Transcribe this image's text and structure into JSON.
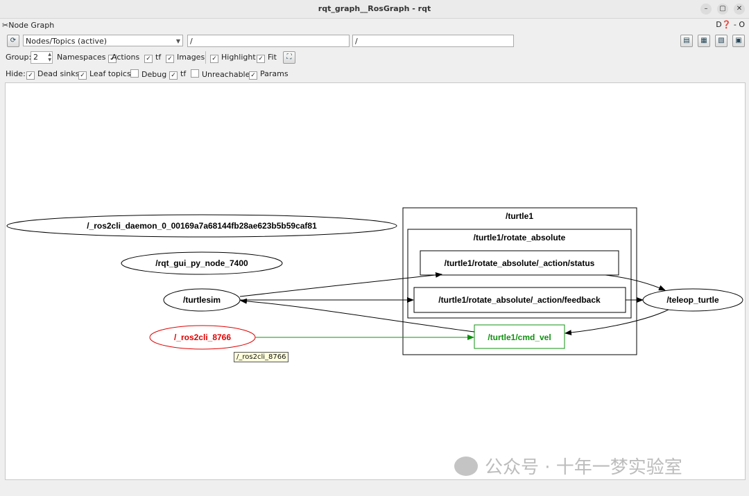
{
  "window": {
    "title": "rqt_graph__RosGraph - rqt"
  },
  "plugin": {
    "title": "Node Graph",
    "right_controls": "D❓ - O"
  },
  "toolbar": {
    "display_mode": "Nodes/Topics (active)",
    "node_filter": "/",
    "topic_filter": "/"
  },
  "group_row": {
    "group_label": "Group:",
    "group_value": "2",
    "options": [
      {
        "label": "Namespaces",
        "checked": true
      },
      {
        "label": "Actions",
        "checked": true
      },
      {
        "label": "tf",
        "checked": true
      },
      {
        "label": "Images",
        "checked": true
      },
      {
        "label": "Highlight",
        "checked": true
      },
      {
        "label": "Fit",
        "checked": true
      }
    ]
  },
  "hide_row": {
    "hide_label": "Hide:",
    "options": [
      {
        "label": "Dead sinks",
        "checked": true
      },
      {
        "label": "Leaf topics",
        "checked": true
      },
      {
        "label": "Debug",
        "checked": false
      },
      {
        "label": "tf",
        "checked": true
      },
      {
        "label": "Unreachable",
        "checked": false
      },
      {
        "label": "Params",
        "checked": true
      }
    ]
  },
  "graph": {
    "nodes": {
      "daemon": "/_ros2cli_daemon_0_00169a7a68144fb28ae623b5b59caf81",
      "rqt_gui": "/rqt_gui_py_node_7400",
      "turtlesim": "/turtlesim",
      "ros2cli": "/_ros2cli_8766",
      "teleop": "/teleop_turtle"
    },
    "clusters": {
      "outer": "/turtle1",
      "inner": "/turtle1/rotate_absolute"
    },
    "topics": {
      "status": "/turtle1/rotate_absolute/_action/status",
      "feedback": "/turtle1/rotate_absolute/_action/feedback",
      "cmd_vel": "/turtle1/cmd_vel"
    },
    "colors": {
      "highlight_node": "#e00000",
      "highlight_topic": "#109010",
      "default": "#000000"
    }
  },
  "tooltip": {
    "text": "/_ros2cli_8766"
  },
  "watermark": {
    "text": "公众号 · 十年一梦实验室"
  }
}
